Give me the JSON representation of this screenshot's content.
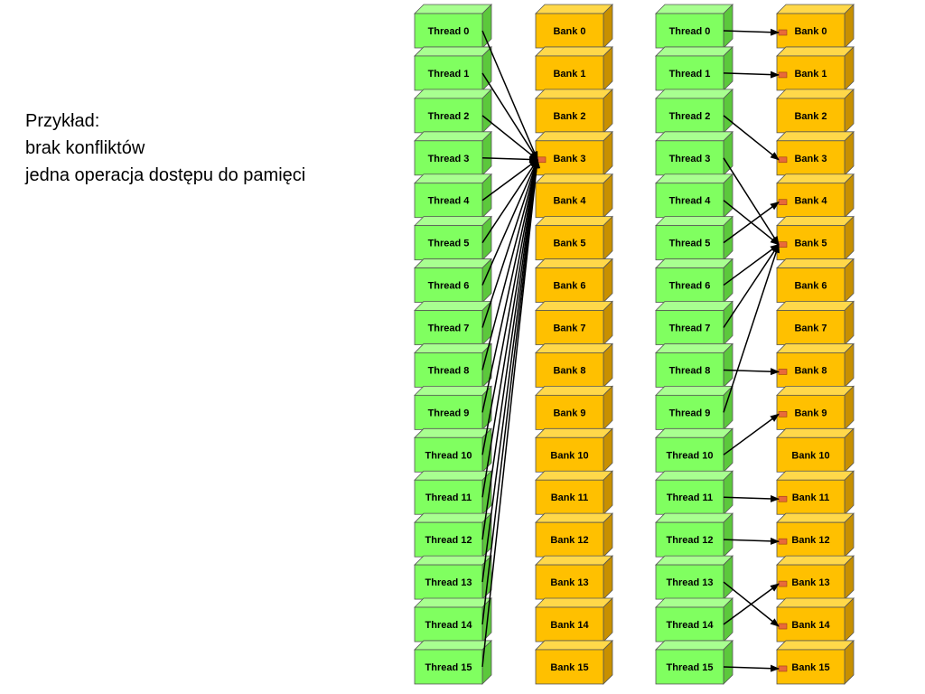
{
  "caption": {
    "line1": "Przykład:",
    "line2": "brak konfliktów",
    "line3": "jedna operacja dostępu do pamięci"
  },
  "colors": {
    "thread_face": "#80ff60",
    "thread_top": "#a8ff90",
    "thread_side": "#5cc83c",
    "bank_face": "#ffc000",
    "bank_top": "#ffd84a",
    "bank_side": "#c89000",
    "arrow": "#000000",
    "port_marker": "#e86a3a"
  },
  "left_panel": {
    "threads": [
      "Thread 0",
      "Thread 1",
      "Thread 2",
      "Thread 3",
      "Thread 4",
      "Thread 5",
      "Thread 6",
      "Thread 7",
      "Thread 8",
      "Thread 9",
      "Thread 10",
      "Thread 11",
      "Thread 12",
      "Thread 13",
      "Thread 14",
      "Thread 15"
    ],
    "banks": [
      "Bank 0",
      "Bank 1",
      "Bank 2",
      "Bank 3",
      "Bank 4",
      "Bank 5",
      "Bank 6",
      "Bank 7",
      "Bank 8",
      "Bank 9",
      "Bank 10",
      "Bank 11",
      "Bank 12",
      "Bank 13",
      "Bank 14",
      "Bank 15"
    ],
    "mapping": [
      3,
      3,
      3,
      3,
      3,
      3,
      3,
      3,
      3,
      3,
      3,
      3,
      3,
      3,
      3,
      3
    ]
  },
  "right_panel": {
    "threads": [
      "Thread 0",
      "Thread 1",
      "Thread 2",
      "Thread 3",
      "Thread 4",
      "Thread 5",
      "Thread 6",
      "Thread 7",
      "Thread 8",
      "Thread 9",
      "Thread 10",
      "Thread 11",
      "Thread 12",
      "Thread 13",
      "Thread 14",
      "Thread 15"
    ],
    "banks": [
      "Bank 0",
      "Bank 1",
      "Bank 2",
      "Bank 3",
      "Bank 4",
      "Bank 5",
      "Bank 6",
      "Bank 7",
      "Bank 8",
      "Bank 9",
      "Bank 10",
      "Bank 11",
      "Bank 12",
      "Bank 13",
      "Bank 14",
      "Bank 15"
    ],
    "mapping": [
      0,
      1,
      3,
      5,
      5,
      4,
      5,
      5,
      8,
      5,
      9,
      11,
      12,
      14,
      13,
      15
    ]
  }
}
